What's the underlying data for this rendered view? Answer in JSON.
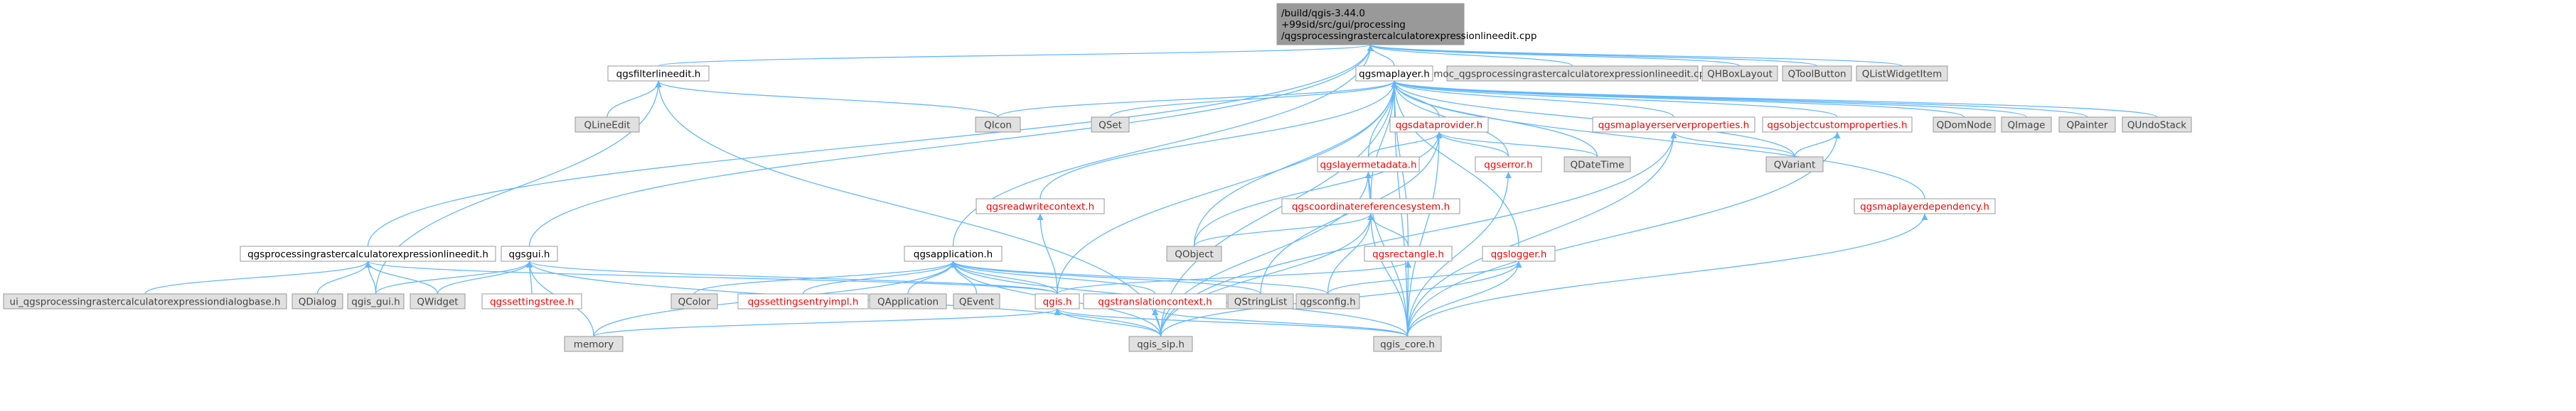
{
  "diagram": {
    "type": "include-dependency-graph",
    "colors": {
      "edge": "#63b8ff",
      "node_root_fill": "#999999",
      "node_plain_fill": "#ffffff",
      "node_plain_text": "#000000",
      "node_red_text": "#ff0000",
      "node_gray_fill": "#e0e0e0",
      "node_gray_text": "#444444",
      "node_border": "#999999"
    },
    "nodes": [
      {
        "id": "root",
        "lines": [
          "/build/qgis-3.44.0",
          "+99sid/src/gui/processing",
          "/qgsprocessingrastercalculatorexpressionlineedit.cpp"
        ],
        "style": "root"
      },
      {
        "id": "filterlineedit",
        "lines": [
          "qgsfilterlineedit.h"
        ],
        "style": "plain"
      },
      {
        "id": "maplayer",
        "lines": [
          "qgsmaplayer.h"
        ],
        "style": "plain"
      },
      {
        "id": "moc",
        "lines": [
          "moc_qgsprocessingrastercalculatorexpressionlineedit.cpp"
        ],
        "style": "gray"
      },
      {
        "id": "qhbox",
        "lines": [
          "QHBoxLayout"
        ],
        "style": "gray"
      },
      {
        "id": "qtoolbutton",
        "lines": [
          "QToolButton"
        ],
        "style": "gray"
      },
      {
        "id": "qlistwidgetitem",
        "lines": [
          "QListWidgetItem"
        ],
        "style": "gray"
      },
      {
        "id": "qlineedit",
        "lines": [
          "QLineEdit"
        ],
        "style": "gray"
      },
      {
        "id": "qicon",
        "lines": [
          "QIcon"
        ],
        "style": "gray"
      },
      {
        "id": "qset",
        "lines": [
          "QSet"
        ],
        "style": "gray"
      },
      {
        "id": "dataprovider",
        "lines": [
          "qgsdataprovider.h"
        ],
        "style": "red"
      },
      {
        "id": "serverprops",
        "lines": [
          "qgsmaplayerserverproperties.h"
        ],
        "style": "red"
      },
      {
        "id": "objcustprops",
        "lines": [
          "qgsobjectcustomproperties.h"
        ],
        "style": "red"
      },
      {
        "id": "qdomnode",
        "lines": [
          "QDomNode"
        ],
        "style": "gray"
      },
      {
        "id": "qimage",
        "lines": [
          "QImage"
        ],
        "style": "gray"
      },
      {
        "id": "qpainter",
        "lines": [
          "QPainter"
        ],
        "style": "gray"
      },
      {
        "id": "qundostack",
        "lines": [
          "QUndoStack"
        ],
        "style": "gray"
      },
      {
        "id": "qdatetime",
        "lines": [
          "QDateTime"
        ],
        "style": "gray"
      },
      {
        "id": "layermetadata",
        "lines": [
          "qgslayermetadata.h"
        ],
        "style": "red"
      },
      {
        "id": "qgserror",
        "lines": [
          "qgserror.h"
        ],
        "style": "red"
      },
      {
        "id": "qvariant",
        "lines": [
          "QVariant"
        ],
        "style": "gray"
      },
      {
        "id": "readwritecontext",
        "lines": [
          "qgsreadwritecontext.h"
        ],
        "style": "red"
      },
      {
        "id": "coordrefsys",
        "lines": [
          "qgscoordinatereferencesystem.h"
        ],
        "style": "red"
      },
      {
        "id": "layerdependency",
        "lines": [
          "qgsmaplayerdependency.h"
        ],
        "style": "red"
      },
      {
        "id": "procrastercalc",
        "lines": [
          "qgsprocessingrastercalculatorexpressionlineedit.h"
        ],
        "style": "plain"
      },
      {
        "id": "qgsgui",
        "lines": [
          "qgsgui.h"
        ],
        "style": "plain"
      },
      {
        "id": "qgsapplication",
        "lines": [
          "qgsapplication.h"
        ],
        "style": "plain"
      },
      {
        "id": "qobject",
        "lines": [
          "QObject"
        ],
        "style": "gray"
      },
      {
        "id": "rectangle",
        "lines": [
          "qgsrectangle.h"
        ],
        "style": "red"
      },
      {
        "id": "logger",
        "lines": [
          "qgslogger.h"
        ],
        "style": "red"
      },
      {
        "id": "uidialogbase",
        "lines": [
          "ui_qgsprocessingrastercalculatorexpressiondialogbase.h"
        ],
        "style": "gray"
      },
      {
        "id": "qdialog",
        "lines": [
          "QDialog"
        ],
        "style": "gray"
      },
      {
        "id": "qgisgui",
        "lines": [
          "qgis_gui.h"
        ],
        "style": "gray"
      },
      {
        "id": "qwidget",
        "lines": [
          "QWidget"
        ],
        "style": "gray"
      },
      {
        "id": "settingstree",
        "lines": [
          "qgssettingstree.h"
        ],
        "style": "red"
      },
      {
        "id": "qcolor",
        "lines": [
          "QColor"
        ],
        "style": "gray"
      },
      {
        "id": "settingsentryimpl",
        "lines": [
          "qgssettingsentryimpl.h"
        ],
        "style": "red"
      },
      {
        "id": "qapplication",
        "lines": [
          "QApplication"
        ],
        "style": "gray"
      },
      {
        "id": "qevent",
        "lines": [
          "QEvent"
        ],
        "style": "gray"
      },
      {
        "id": "qgish",
        "lines": [
          "qgis.h"
        ],
        "style": "red"
      },
      {
        "id": "translationcontext",
        "lines": [
          "qgstranslationcontext.h"
        ],
        "style": "red"
      },
      {
        "id": "qstringlist",
        "lines": [
          "QStringList"
        ],
        "style": "gray"
      },
      {
        "id": "qgsconfig",
        "lines": [
          "qgsconfig.h"
        ],
        "style": "gray"
      },
      {
        "id": "memory",
        "lines": [
          "memory"
        ],
        "style": "gray"
      },
      {
        "id": "qgissip",
        "lines": [
          "qgis_sip.h"
        ],
        "style": "gray"
      },
      {
        "id": "qgiscore",
        "lines": [
          "qgis_core.h"
        ],
        "style": "gray"
      }
    ],
    "edges": [
      [
        "root",
        "filterlineedit"
      ],
      [
        "root",
        "maplayer"
      ],
      [
        "root",
        "moc"
      ],
      [
        "root",
        "qhbox"
      ],
      [
        "root",
        "qtoolbutton"
      ],
      [
        "root",
        "qlistwidgetitem"
      ],
      [
        "root",
        "procrastercalc"
      ],
      [
        "root",
        "qgsgui"
      ],
      [
        "root",
        "qgsapplication"
      ],
      [
        "filterlineedit",
        "qlineedit"
      ],
      [
        "filterlineedit",
        "qicon"
      ],
      [
        "filterlineedit",
        "qgisgui"
      ],
      [
        "filterlineedit",
        "qgissip"
      ],
      [
        "maplayer",
        "qicon"
      ],
      [
        "maplayer",
        "qset"
      ],
      [
        "maplayer",
        "dataprovider"
      ],
      [
        "maplayer",
        "serverprops"
      ],
      [
        "maplayer",
        "objcustprops"
      ],
      [
        "maplayer",
        "qdomnode"
      ],
      [
        "maplayer",
        "qimage"
      ],
      [
        "maplayer",
        "qpainter"
      ],
      [
        "maplayer",
        "qundostack"
      ],
      [
        "maplayer",
        "qdatetime"
      ],
      [
        "maplayer",
        "layermetadata"
      ],
      [
        "maplayer",
        "qgserror"
      ],
      [
        "maplayer",
        "qvariant"
      ],
      [
        "maplayer",
        "readwritecontext"
      ],
      [
        "maplayer",
        "coordrefsys"
      ],
      [
        "maplayer",
        "layerdependency"
      ],
      [
        "maplayer",
        "qobject"
      ],
      [
        "maplayer",
        "rectangle"
      ],
      [
        "maplayer",
        "logger"
      ],
      [
        "maplayer",
        "qgish"
      ],
      [
        "maplayer",
        "qgiscore"
      ],
      [
        "maplayer",
        "qgissip"
      ],
      [
        "dataprovider",
        "qdatetime"
      ],
      [
        "dataprovider",
        "layermetadata"
      ],
      [
        "dataprovider",
        "qgserror"
      ],
      [
        "dataprovider",
        "qobject"
      ],
      [
        "dataprovider",
        "qstringlist"
      ],
      [
        "dataprovider",
        "qgiscore"
      ],
      [
        "serverprops",
        "qvariant"
      ],
      [
        "serverprops",
        "qgiscore"
      ],
      [
        "serverprops",
        "qgissip"
      ],
      [
        "objcustprops",
        "qvariant"
      ],
      [
        "objcustprops",
        "qgiscore"
      ],
      [
        "layermetadata",
        "coordrefsys"
      ],
      [
        "layermetadata",
        "qgissip"
      ],
      [
        "layermetadata",
        "qgiscore"
      ],
      [
        "qgserror",
        "qgiscore"
      ],
      [
        "readwritecontext",
        "qgish"
      ],
      [
        "coordrefsys",
        "qobject"
      ],
      [
        "coordrefsys",
        "rectangle"
      ],
      [
        "coordrefsys",
        "qgsconfig"
      ],
      [
        "coordrefsys",
        "qgiscore"
      ],
      [
        "coordrefsys",
        "qgissip"
      ],
      [
        "layerdependency",
        "qgiscore"
      ],
      [
        "procrastercalc",
        "uidialogbase"
      ],
      [
        "procrastercalc",
        "qdialog"
      ],
      [
        "procrastercalc",
        "qgisgui"
      ],
      [
        "procrastercalc",
        "qwidget"
      ],
      [
        "procrastercalc",
        "qgish"
      ],
      [
        "qgsgui",
        "qwidget"
      ],
      [
        "qgsgui",
        "qgisgui"
      ],
      [
        "qgsgui",
        "settingstree"
      ],
      [
        "qgsgui",
        "memory"
      ],
      [
        "qgsgui",
        "qgish"
      ],
      [
        "qgsgui",
        "qgissip"
      ],
      [
        "qgsapplication",
        "qcolor"
      ],
      [
        "qgsapplication",
        "settingsentryimpl"
      ],
      [
        "qgsapplication",
        "qapplication"
      ],
      [
        "qgsapplication",
        "qevent"
      ],
      [
        "qgsapplication",
        "qgish"
      ],
      [
        "qgsapplication",
        "translationcontext"
      ],
      [
        "qgsapplication",
        "qstringlist"
      ],
      [
        "qgsapplication",
        "qgsconfig"
      ],
      [
        "qgsapplication",
        "memory"
      ],
      [
        "qgsapplication",
        "qgissip"
      ],
      [
        "qgsapplication",
        "qgiscore"
      ],
      [
        "rectangle",
        "qgish"
      ],
      [
        "rectangle",
        "qgiscore"
      ],
      [
        "logger",
        "qgsconfig"
      ],
      [
        "logger",
        "qgiscore"
      ],
      [
        "logger",
        "qgissip"
      ],
      [
        "qgish",
        "qgissip"
      ],
      [
        "qgish",
        "qgiscore"
      ],
      [
        "qgish",
        "memory"
      ],
      [
        "translationcontext",
        "qgiscore"
      ],
      [
        "translationcontext",
        "qgissip"
      ]
    ]
  }
}
